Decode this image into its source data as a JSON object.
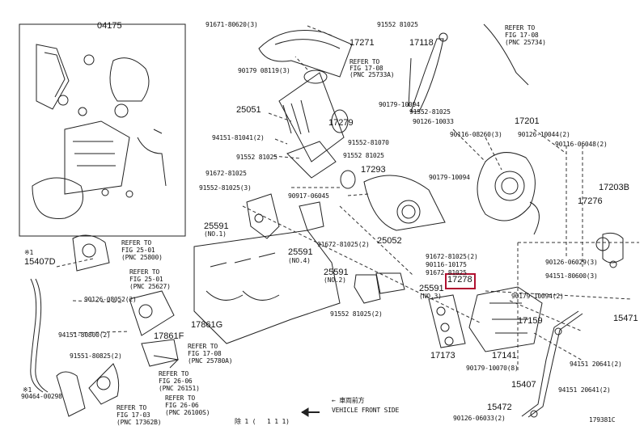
{
  "diagram": {
    "highlighted_part": "17278",
    "figure_id": "179381C",
    "orientation": {
      "mark": "← 車両前方",
      "text": "VEHICLE FRONT SIDE"
    },
    "page_ref": {
      "left": "除 1 (",
      "right": "1 1 1)"
    }
  },
  "labels": [
    {
      "id": "p04175",
      "text": "04175",
      "big": true
    },
    {
      "id": "p91671",
      "text": "91671-80620(3)"
    },
    {
      "id": "p90179a",
      "text": "90179 08119(3)"
    },
    {
      "id": "p17271",
      "text": "17271",
      "big": true
    },
    {
      "id": "ref1708a",
      "text": "REFER TO"
    },
    {
      "id": "ref1708a2",
      "text": "FIG 17-08"
    },
    {
      "id": "ref1708a3",
      "text": "(PNC 25733A)"
    },
    {
      "id": "p25051",
      "text": "25051",
      "big": true
    },
    {
      "id": "p17279",
      "text": "17279",
      "big": true
    },
    {
      "id": "p94151a",
      "text": "94151-81041(2)"
    },
    {
      "id": "p91552a",
      "text": "91552 81025"
    },
    {
      "id": "p91672a",
      "text": "91672-81025"
    },
    {
      "id": "p91552b",
      "text": "91552-81025(3)"
    },
    {
      "id": "p90917",
      "text": "90917-06045"
    },
    {
      "id": "p25591a",
      "text": "25591",
      "big": true
    },
    {
      "id": "p25591a2",
      "text": "(NO.1)"
    },
    {
      "id": "p25591b",
      "text": "25591",
      "big": true
    },
    {
      "id": "p25591b2",
      "text": "(NO.4)"
    },
    {
      "id": "p91672b",
      "text": "91672-81025(2)"
    },
    {
      "id": "p25052",
      "text": "25052",
      "big": true
    },
    {
      "id": "p91552c",
      "text": "91552 81025"
    },
    {
      "id": "p17118",
      "text": "17118",
      "big": true
    },
    {
      "id": "ref1708b",
      "text": "REFER TO"
    },
    {
      "id": "ref1708b2",
      "text": "FIG 17-08"
    },
    {
      "id": "ref1708b3",
      "text": "(PNC 25734)"
    },
    {
      "id": "p90179b",
      "text": "90179-10094"
    },
    {
      "id": "p91552d",
      "text": "91552-81025"
    },
    {
      "id": "p90126a",
      "text": "90126-10033"
    },
    {
      "id": "p17201",
      "text": "17201",
      "big": true
    },
    {
      "id": "p90116a",
      "text": "90116-08260(3)"
    },
    {
      "id": "p90126b",
      "text": "90126-10044(2)"
    },
    {
      "id": "p91552e",
      "text": "91552-81070"
    },
    {
      "id": "p91552f",
      "text": "91552 81025"
    },
    {
      "id": "p90116b",
      "text": "90116-06048(2)"
    },
    {
      "id": "p17293",
      "text": "17293",
      "big": true
    },
    {
      "id": "p90179c",
      "text": "90179-10094"
    },
    {
      "id": "p17203b",
      "text": "17203B",
      "big": true
    },
    {
      "id": "p17276",
      "text": "17276",
      "big": true
    },
    {
      "id": "p90126c",
      "text": "90126-06029(3)"
    },
    {
      "id": "p94151b",
      "text": "94151-80600(3)"
    },
    {
      "id": "p91672c",
      "text": "91672-81025(2)"
    },
    {
      "id": "p90116c",
      "text": "90116-10175"
    },
    {
      "id": "p91672d",
      "text": "91672 81025"
    },
    {
      "id": "p17278",
      "text": "17278",
      "big": true
    },
    {
      "id": "p25591c",
      "text": "25591",
      "big": true
    },
    {
      "id": "p25591c2",
      "text": "(NO.2)"
    },
    {
      "id": "p25591d",
      "text": "25591",
      "big": true
    },
    {
      "id": "p25591d2",
      "text": "(NO.3)"
    },
    {
      "id": "p91552g",
      "text": "91552 81025(2)"
    },
    {
      "id": "p90179d",
      "text": "90179-10094(2)"
    },
    {
      "id": "p15471",
      "text": "15471",
      "big": true
    },
    {
      "id": "p17159",
      "text": "17159",
      "big": true
    },
    {
      "id": "p17173",
      "text": "17173",
      "big": true
    },
    {
      "id": "p17141",
      "text": "17141",
      "big": true
    },
    {
      "id": "p90179e",
      "text": "90179-10070(8)"
    },
    {
      "id": "p94151c",
      "text": "94151 20641(2)"
    },
    {
      "id": "p15407a",
      "text": "15407",
      "big": true
    },
    {
      "id": "p94151d",
      "text": "94151 20641(2)"
    },
    {
      "id": "p15472",
      "text": "15472",
      "big": true
    },
    {
      "id": "p90126d",
      "text": "90126-06033(2)"
    },
    {
      "id": "ref2501a",
      "text": "REFER TO"
    },
    {
      "id": "ref2501a2",
      "text": "FIG 25-01"
    },
    {
      "id": "ref2501a3",
      "text": "(PNC 25800)"
    },
    {
      "id": "p15407b",
      "text": "15407D",
      "big": true
    },
    {
      "id": "ref2501b",
      "text": "REFER TO"
    },
    {
      "id": "ref2501b2",
      "text": "FIG 25-01"
    },
    {
      "id": "ref2501b3",
      "text": "(PNC 25627)"
    },
    {
      "id": "p90126e",
      "text": "90126-08052(2)"
    },
    {
      "id": "p94151e",
      "text": "94151-80800(2)"
    },
    {
      "id": "p17861g",
      "text": "17861G",
      "big": true
    },
    {
      "id": "p17861f",
      "text": "17861F",
      "big": true
    },
    {
      "id": "ref1708c",
      "text": "REFER TO"
    },
    {
      "id": "ref1708c2",
      "text": "FIG 17-08"
    },
    {
      "id": "ref1708c3",
      "text": "(PNC 25780A)"
    },
    {
      "id": "p91551",
      "text": "91551-80825(2)"
    },
    {
      "id": "ref2606a",
      "text": "REFER TO"
    },
    {
      "id": "ref2606a2",
      "text": "FIG 26-06"
    },
    {
      "id": "ref2606a3",
      "text": "(PNC 26151)"
    },
    {
      "id": "ref2606b",
      "text": "REFER TO"
    },
    {
      "id": "ref2606b2",
      "text": "FIG 26-06"
    },
    {
      "id": "ref2606b3",
      "text": "(PNC 26100S)"
    },
    {
      "id": "ref1703",
      "text": "REFER TO"
    },
    {
      "id": "ref17032",
      "text": "FIG 17-03"
    },
    {
      "id": "ref17033",
      "text": "(PNC 17362B)"
    },
    {
      "id": "p90464",
      "text": "90464-00298"
    },
    {
      "id": "note1",
      "text": "※1"
    },
    {
      "id": "note2",
      "text": "※1"
    }
  ]
}
